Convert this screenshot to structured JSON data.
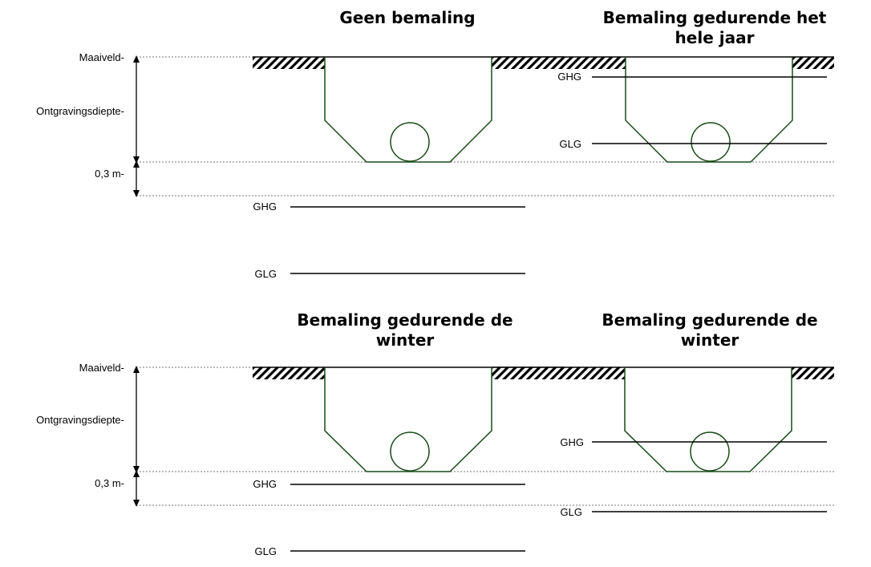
{
  "colors": {
    "line": "#000000",
    "dotted": "#777777",
    "trench": "#1a4a1a",
    "background": "#ffffff"
  },
  "panels": [
    {
      "id": "geen-bemaling",
      "title_lines": [
        "Geen bemaling"
      ],
      "has_axis_labels": true,
      "axis_labels": {
        "maaiveld": "Maaiveld-",
        "ontgraving": "Ontgravingsdiepte-",
        "marge": "0,3 m-"
      },
      "ghg": "GHG",
      "glg": "GLG"
    },
    {
      "id": "bemaling-hele-jaar",
      "title_lines": [
        "Bemaling gedurende het",
        "hele jaar"
      ],
      "has_axis_labels": false,
      "ghg": "GHG",
      "glg": "GLG"
    },
    {
      "id": "bemaling-winter-links",
      "title_lines": [
        "Bemaling gedurende de",
        "winter"
      ],
      "has_axis_labels": true,
      "axis_labels": {
        "maaiveld": "Maaiveld-",
        "ontgraving": "Ontgravingsdiepte-",
        "marge": "0,3 m-"
      },
      "ghg": "GHG",
      "glg": "GLG"
    },
    {
      "id": "bemaling-winter-rechts",
      "title_lines": [
        "Bemaling gedurende de",
        "winter"
      ],
      "has_axis_labels": false,
      "ghg": "GHG",
      "glg": "GLG"
    }
  ]
}
